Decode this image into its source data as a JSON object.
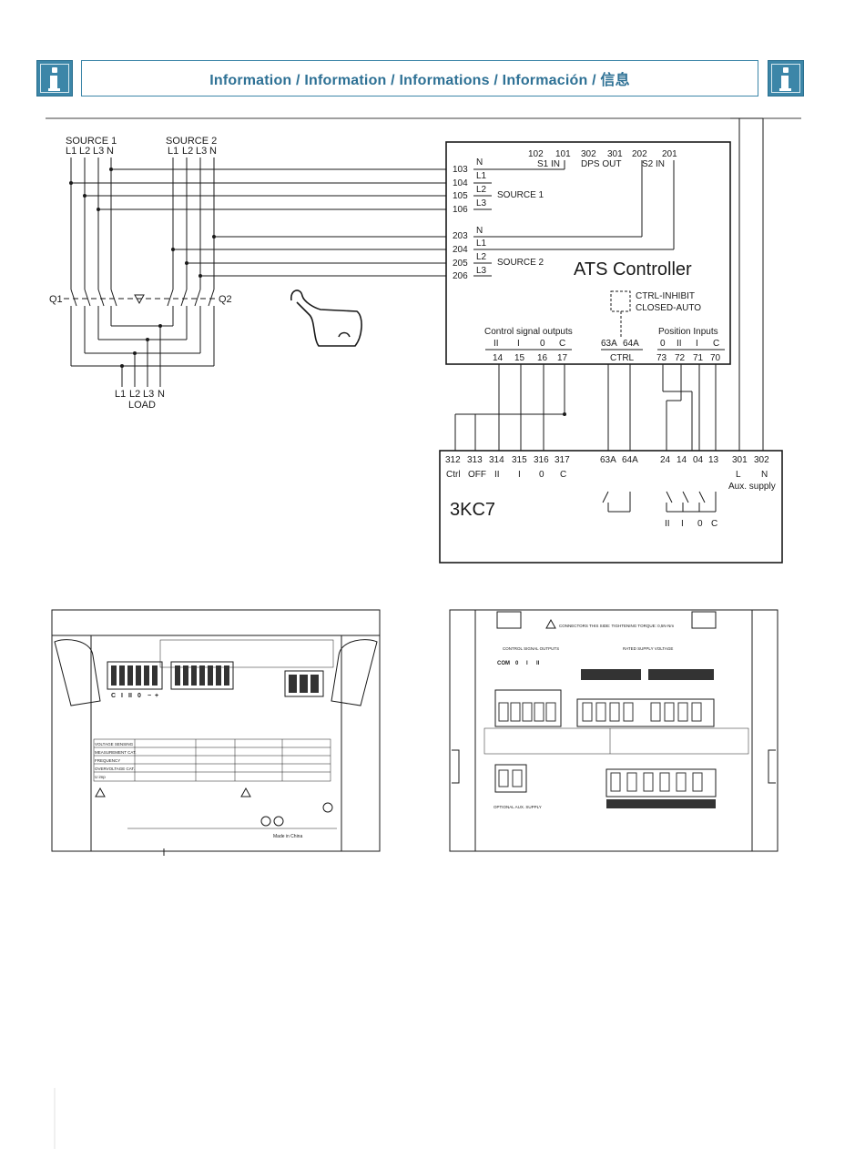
{
  "header": {
    "title": "Information / Information / Informations / Información / 信息",
    "left_icon": "info-icon",
    "right_icon": "info-icon",
    "accent_color": "#3c86a8"
  },
  "wiring": {
    "source1": "SOURCE 1",
    "source2": "SOURCE 2",
    "phases": [
      "L1",
      "L2",
      "L3",
      "N"
    ],
    "load": "LOAD",
    "q1": "Q1",
    "q2": "Q2",
    "ats": {
      "title": "ATS Controller",
      "top_terms": [
        "102",
        "101",
        "302",
        "301",
        "202",
        "201"
      ],
      "s1_in": "S1 IN",
      "dps_out": "DPS OUT",
      "s2_in": "S2 IN",
      "src1_terms": [
        "103",
        "104",
        "105",
        "106"
      ],
      "src1_label": "SOURCE 1",
      "src2_terms": [
        "203",
        "204",
        "205",
        "206"
      ],
      "src2_label": "SOURCE 2",
      "line_names": [
        "N",
        "L1",
        "L2",
        "L3"
      ],
      "ctrl_inhibit": "CTRL-INHIBIT",
      "closed_auto": "CLOSED-AUTO",
      "cso_label": "Control signal outputs",
      "cso_names": [
        "II",
        "I",
        "0",
        "C"
      ],
      "cso_terms": [
        "14",
        "15",
        "16",
        "17"
      ],
      "ctrl_terms": [
        "63A",
        "64A"
      ],
      "ctrl_label": "CTRL",
      "pos_label": "Position Inputs",
      "pos_names": [
        "0",
        "II",
        "I",
        "C"
      ],
      "pos_terms": [
        "73",
        "72",
        "71",
        "70"
      ]
    },
    "kc7": {
      "title": "3KC7",
      "terms": [
        "312",
        "313",
        "314",
        "315",
        "316",
        "317",
        "63A",
        "64A",
        "24",
        "14",
        "04",
        "13",
        "301",
        "302"
      ],
      "names": [
        "Ctrl",
        "OFF",
        "II",
        "I",
        "0",
        "C",
        "L",
        "N"
      ],
      "aux": "Aux. supply",
      "pos_bottom": [
        "II",
        "I",
        "0",
        "C"
      ]
    }
  },
  "device_left": {
    "table_rows": [
      "VOLTAGE SENSING",
      "MEASUREMENT CAT.",
      "FREQUENCY",
      "OVERVOLTAGE CAT.",
      "U imp"
    ],
    "labels": [
      "C",
      "I",
      "II",
      "0",
      "−",
      "+"
    ],
    "bottom": "Made in China"
  },
  "device_right": {
    "caption": "CONNECTORS THIS SIDE: TIGHTENING TORQUE: 0,5N·Nm",
    "cso": "CONTROL SIGNAL OUTPUTS",
    "rated": "RATED SUPPLY VOLTAGE",
    "com_labels": [
      "COM",
      "0",
      "I",
      "II"
    ],
    "aux": "OPTIONAL AUX. SUPPLY"
  }
}
